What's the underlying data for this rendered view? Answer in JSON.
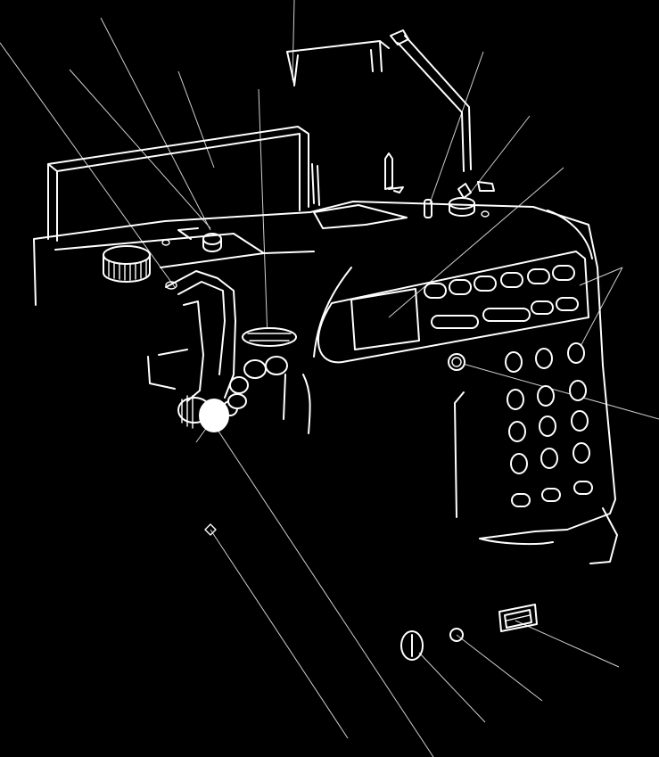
{
  "figure": {
    "subject": "sewing-machine-front-view",
    "style": "white line art on black background",
    "colors": {
      "background": "#000000",
      "line": "#ffffff",
      "leader": "#cfcfcf"
    },
    "printed_text": []
  },
  "parts": [
    "thread-guide",
    "spool-pin",
    "thread-take-up-guide",
    "bobbin-winder",
    "lcd-display",
    "function-button-row",
    "pattern-select-buttons",
    "start-stop-button",
    "presser-foot-pressure-dial",
    "top-cover",
    "thread-tension-dial",
    "presser-foot-lever",
    "handwheel",
    "power-switch",
    "foot-controller-jack",
    "power-cord-socket"
  ]
}
